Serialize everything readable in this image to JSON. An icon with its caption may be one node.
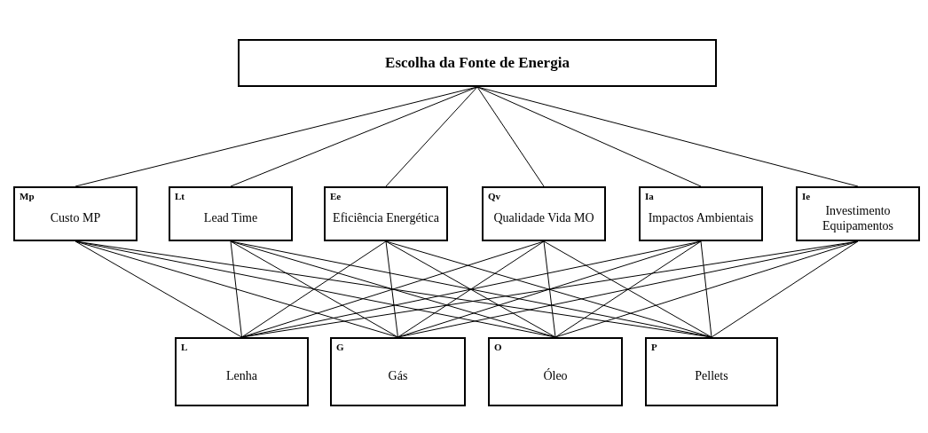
{
  "diagram": {
    "nodes": [
      {
        "text": [
          "Escolha da Fonte de Energia"
        ]
      },
      {
        "text": [
          "Mp",
          "Custo MP"
        ]
      },
      {
        "text": [
          "Lt",
          "Lead Time"
        ]
      },
      {
        "text": [
          "Ee",
          "Eficiência Energética"
        ]
      },
      {
        "text": [
          "Qv",
          "Qualidade Vida MO"
        ]
      },
      {
        "text": [
          "Ia",
          "Impactos Ambientais"
        ]
      },
      {
        "text": [
          "Ie",
          "Investimento Equipamentos"
        ]
      },
      {
        "text": [
          "L",
          "Lenha"
        ]
      },
      {
        "text": [
          "G",
          "Gás"
        ]
      },
      {
        "text": [
          "O",
          "Óleo"
        ]
      },
      {
        "text": [
          "P",
          "Pellets"
        ]
      }
    ],
    "edges": [
      {
        "from": 0,
        "to": 1,
        "arrow": "none"
      },
      {
        "from": 0,
        "to": 2,
        "arrow": "none"
      },
      {
        "from": 0,
        "to": 3,
        "arrow": "none"
      },
      {
        "from": 0,
        "to": 4,
        "arrow": "none"
      },
      {
        "from": 0,
        "to": 5,
        "arrow": "none"
      },
      {
        "from": 0,
        "to": 6,
        "arrow": "none"
      },
      {
        "from": 1,
        "to": 7,
        "arrow": "none"
      },
      {
        "from": 1,
        "to": 8,
        "arrow": "none"
      },
      {
        "from": 1,
        "to": 9,
        "arrow": "none"
      },
      {
        "from": 1,
        "to": 10,
        "arrow": "none"
      },
      {
        "from": 2,
        "to": 7,
        "arrow": "none"
      },
      {
        "from": 2,
        "to": 8,
        "arrow": "none"
      },
      {
        "from": 2,
        "to": 9,
        "arrow": "none"
      },
      {
        "from": 2,
        "to": 10,
        "arrow": "none"
      },
      {
        "from": 3,
        "to": 7,
        "arrow": "none"
      },
      {
        "from": 3,
        "to": 8,
        "arrow": "none"
      },
      {
        "from": 3,
        "to": 9,
        "arrow": "none"
      },
      {
        "from": 3,
        "to": 10,
        "arrow": "none"
      },
      {
        "from": 4,
        "to": 7,
        "arrow": "none"
      },
      {
        "from": 4,
        "to": 8,
        "arrow": "none"
      },
      {
        "from": 4,
        "to": 9,
        "arrow": "none"
      },
      {
        "from": 4,
        "to": 10,
        "arrow": "none"
      },
      {
        "from": 5,
        "to": 7,
        "arrow": "none"
      },
      {
        "from": 5,
        "to": 8,
        "arrow": "none"
      },
      {
        "from": 5,
        "to": 9,
        "arrow": "none"
      },
      {
        "from": 5,
        "to": 10,
        "arrow": "none"
      },
      {
        "from": 6,
        "to": 7,
        "arrow": "none"
      },
      {
        "from": 6,
        "to": 8,
        "arrow": "none"
      },
      {
        "from": 6,
        "to": 9,
        "arrow": "none"
      },
      {
        "from": 6,
        "to": 10,
        "arrow": "none"
      }
    ]
  }
}
